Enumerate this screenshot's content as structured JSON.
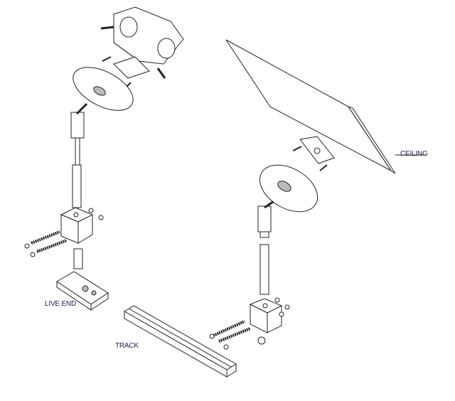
{
  "labels": {
    "ceiling": "CEILING",
    "live_end": "LIVE END",
    "track": "TRACK"
  },
  "colors": {
    "line": "#222222",
    "label": "#1a1a4a",
    "background": "#ffffff"
  }
}
